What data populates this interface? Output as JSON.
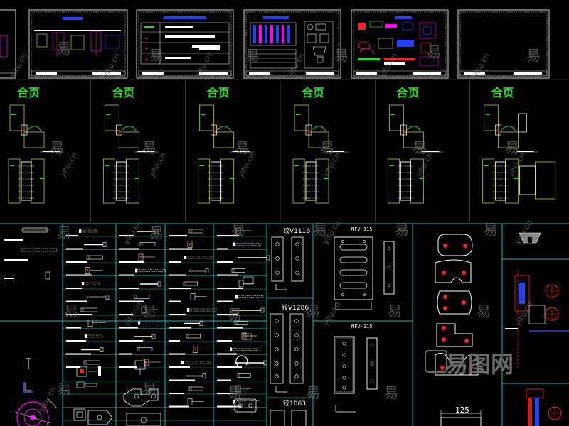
{
  "colors": {
    "background": "#000000",
    "white": "#ffffff",
    "yellow": "#e6e600",
    "green": "#22dd22",
    "magenta": "#ff00ff",
    "red": "#ff2222",
    "blue": "#2244ff",
    "cyan": "#00bfbf",
    "olive": "#c8c832",
    "watermark": "#6a6a6a"
  },
  "row2": {
    "label": "合页",
    "panel_count": 6
  },
  "watermark": {
    "char": "易",
    "domain": "yitu.cn",
    "logo": "易图网"
  },
  "row3": {
    "col3": {
      "label_top": "铰V1116",
      "label_mid": "铰V1286",
      "label_bot": "铰1063"
    },
    "col4": {
      "label_top": "MFV-115",
      "label_mid": "MFV-115"
    },
    "col6": {
      "dimension": "125"
    }
  }
}
